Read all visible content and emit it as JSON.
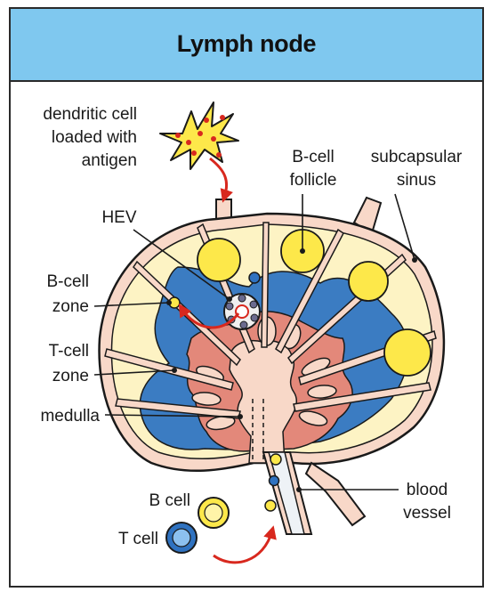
{
  "title": "Lymph node",
  "labels": {
    "dendritic": [
      "dendritic cell",
      "loaded with",
      "antigen"
    ],
    "b_follicle": [
      "B-cell",
      "follicle"
    ],
    "subcapsular": [
      "subcapsular",
      "sinus"
    ],
    "hev": "HEV",
    "b_zone": [
      "B-cell",
      "zone"
    ],
    "t_zone": [
      "T-cell",
      "zone"
    ],
    "medulla": "medulla",
    "blood_vessel": [
      "blood",
      "vessel"
    ],
    "b_cell": "B cell",
    "t_cell": "T cell"
  },
  "colors": {
    "title_bg": "#7fc8ef",
    "capsule": "#f8d8c8",
    "b_zone": "#fdf3c4",
    "t_zone": "#3b7cc2",
    "medulla": "#e3887a",
    "follicle": "#fde84a",
    "arrow": "#d8281e"
  }
}
